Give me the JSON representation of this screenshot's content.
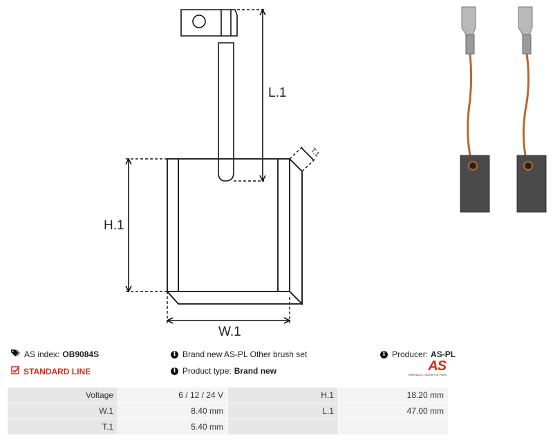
{
  "diagram": {
    "labels": {
      "l1": "L.1",
      "h1": "H.1",
      "w1": "W.1",
      "t1": "T.1"
    }
  },
  "info": {
    "as_index_label": "AS index:",
    "as_index_value": "OB9084S",
    "standard_line": "STANDARD LINE",
    "description": "Brand new AS-PL Other brush set",
    "product_type_label": "Product type:",
    "product_type_value": "Brand new",
    "producer_label": "Producer:",
    "producer_value": "AS-PL"
  },
  "logo": {
    "mark": "AS",
    "tagline": "Alternators, Starters & Parts"
  },
  "specs": [
    {
      "label1": "Voltage",
      "value1": "6 / 12 / 24 V",
      "label2": "H.1",
      "value2": "18.20 mm"
    },
    {
      "label1": "W.1",
      "value1": "8.40 mm",
      "label2": "L.1",
      "value2": "47.00 mm"
    },
    {
      "label1": "T.1",
      "value1": "5.40 mm",
      "label2": "",
      "value2": ""
    }
  ],
  "colors": {
    "accent": "#d42a20",
    "copper": "#b8672f",
    "carbon": "#4a4a4a",
    "terminal": "#b9b9b9"
  }
}
